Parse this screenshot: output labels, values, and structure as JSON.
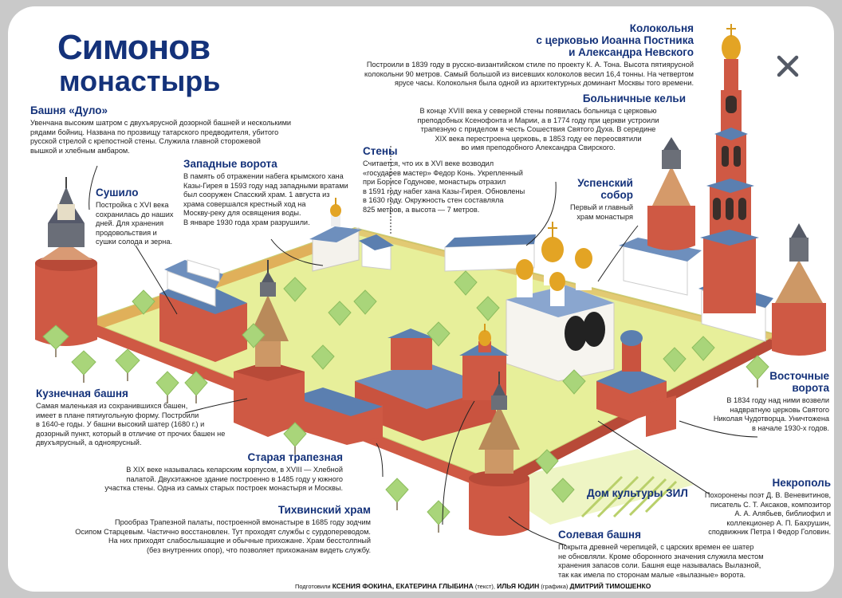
{
  "title": {
    "line1": "Симонов",
    "line2": "монастырь"
  },
  "close_icon": "close-icon",
  "colors": {
    "title_blue": "#14327a",
    "wall_red": "#cf5944",
    "ground": "#e7ef9a",
    "roof_blue": "#5b7fb0",
    "dome_gold": "#e3a424",
    "tree": "#a9d57a"
  },
  "annotations": {
    "bashnya_dulo": {
      "title": "Башня «Дуло»",
      "text": "Увенчана высоким шатром с двухъярусной дозорной башней и несколькими\nрядами бойниц. Названа по прозвищу татарского предводителя, убитого\nрусской стрелой с крепостной стены. Служила главной сторожевой\nвышкой и хлебным амбаром."
    },
    "sushilo": {
      "title": "Сушило",
      "text": "Постройка с XVI века\nсохранилась до наших\nдней. Для хранения\nпродовольствия и\nсушки солода и зерна."
    },
    "zapadnye_vorota": {
      "title": "Западные ворота",
      "text": "В память об отражении набега крымского хана\nКазы-Гирея в 1593 году над западными вратами\nбыл сооружен Спасский храм. 1 августа из\nхрама совершался крестный ход на\nМоскву-реку для освящения воды.\nВ январе 1930 года храм разрушили."
    },
    "steny": {
      "title": "Стены",
      "text": "Считается, что их в XVI веке возводил\n«государев мастер» Федор Конь. Укрепленный\nпри Борисе Годунове, монастырь отразил\nв 1591 году набег хана Казы-Гирея. Обновлены\nв 1630 году. Окружность стен составляла\n825 метров, а высота — 7 метров."
    },
    "kolokolnya": {
      "title": "Колокольня\nс церковью Иоанна Постника\nи Александра Невского",
      "text": "Построили в 1839 году в русско-византийском стиле по проекту К. А. Тона. Высота пятиярусной\nколокольни 90 метров. Самый большой из висевших колоколов весил 16,4 тонны. На четвертом\nярусе часы. Колокольня была одной из архитектурных доминант Москвы того времени."
    },
    "bolnichnye_keli": {
      "title": "Больничные кельи",
      "text": "В конце XVIII века у северной стены появилась больница с церковью\nпреподобных Ксенофонта и Марии, а в 1774 году при церкви устроили\nтрапезную с приделом в честь Сошествия Святого Духа. В середине\nXIX века перестроена церковь, в 1853 году ее переосвятили\nво имя преподобного Александра Свирского."
    },
    "uspensky_sobor": {
      "title": "Успенский\nсобор",
      "text": "Первый и главный\nхрам монастыря"
    },
    "kuznechnaya_bashnya": {
      "title": "Кузнечная башня",
      "text": "Самая маленькая из сохранившихся башен,\nимеет в плане пятиугольную форму. Построили\nв 1640-е годы. У башни высокий шатер (1680 г.) и\nдозорный пункт, который в отличие от прочих башен не\nдвухъярусный, а одноярусный."
    },
    "vostochnye_vorota": {
      "title": "Восточные\nворота",
      "text": "В 1834 году над ними возвели\nнадвратную церковь Святого\nНиколая Чудотворца. Уничтожена\nв начале 1930-х годов."
    },
    "staraya_trapeznaya": {
      "title": "Старая трапезная",
      "text": "В XIX веке называлась келарским корпусом, в XVIII — Хлебной\nпалатой. Двухэтажное здание построенно в 1485 году у южного\nучастка стены. Одна из самых старых построек монастыря и Москвы."
    },
    "dom_kultury": {
      "title": "Дом культуры ЗИЛ",
      "text": ""
    },
    "nekropol": {
      "title": "Некрополь",
      "text": "Похоронены поэт Д. В. Веневитинов,\nписатель С. Т. Аксаков, композитор\nА. А. Алябьев, библиофил и\nколлекционер А. П. Бахрушин,\nсподвижник Петра I Федор Головин."
    },
    "tikhvinsky_khram": {
      "title": "Тихвинский храм",
      "text": "Прообраз Трапезной палаты, построенной вмонастыре в 1685 году зодчим\nОсипом Старцевым. Частично восстановлен. Тут проходят службы с сурдопереводом.\nНа них приходят слабослышащие и обычные прихожане. Храм бесстолпный\n(без внутренних опор), что позволяет прихожанам видеть службу."
    },
    "solevaya_bashnya": {
      "title": "Солевая башня",
      "text": "Покрыта древней черепицей, с царских времен ее шатер\nне обновляли. Кроме оборонного значения служила местом\nхранения запасов соли. Башня еще называлась Вылазной,\nтак как имела по сторонам малые «вылазные» ворота."
    }
  },
  "credits": {
    "prefix": "Подготовили",
    "authors": "КСЕНИЯ ФОКИНА, ЕКАТЕРИНА ГЛЫБИНА",
    "text_label": "(текст),",
    "illustrator": "ИЛЬЯ ЮДИН",
    "graphic_label": "(графика)",
    "designer": "ДМИТРИЙ ТИМОШЕНКО"
  }
}
